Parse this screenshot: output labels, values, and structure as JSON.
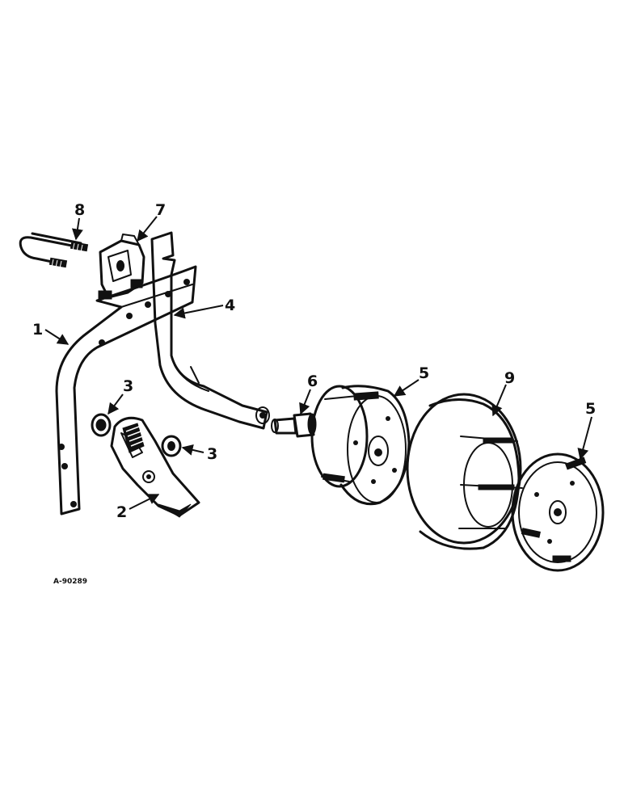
{
  "figure_id": "A-90289",
  "callouts": {
    "c1": "1",
    "c2": "2",
    "c3a": "3",
    "c3b": "3",
    "c4": "4",
    "c5a": "5",
    "c5b": "5",
    "c6": "6",
    "c7": "7",
    "c8": "8",
    "c9": "9"
  },
  "colors": {
    "ink": "#111111",
    "paper": "#ffffff"
  }
}
